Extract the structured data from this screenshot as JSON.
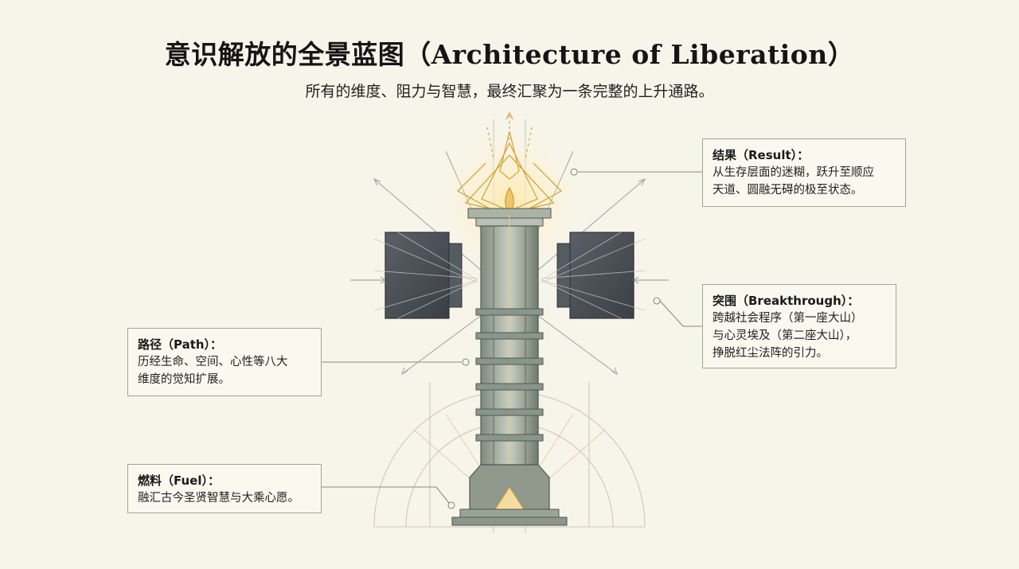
{
  "header": {
    "title": "意识解放的全景蓝图（Architecture of Liberation）",
    "subtitle": "所有的维度、阻力与智慧，最终汇聚为一条完整的上升通路。"
  },
  "callouts": {
    "result": {
      "head": "结果（Result）：",
      "lines": [
        "从生存层面的迷糊，跃升至顺应",
        "天道、圆融无碍的极至状态。"
      ]
    },
    "breakthrough": {
      "head": "突围（Breakthrough）：",
      "lines": [
        "跨越社会程序（第一座大山）",
        "与心灵埃及（第二座大山），",
        "挣脱红尘法阵的引力。"
      ]
    },
    "path": {
      "head": "路径（Path）：",
      "lines": [
        "历经生命、空间、心性等八大",
        "维度的觉知扩展。"
      ]
    },
    "fuel": {
      "head": "燃料（Fuel）：",
      "lines": [
        "融汇古今圣贤智慧与大乘心愿。"
      ]
    }
  },
  "colors": {
    "background": "#f7f4ea",
    "stone": "#8f9a8c",
    "stone_dark": "#4a4f55",
    "gold": "#d6a63c",
    "callout_border": "#9aa897",
    "connector": "#7f8f7c"
  },
  "icons": {
    "pillar": "tower-icon",
    "crown": "lotus-flame-icon",
    "blocks": "mountain-block-icon"
  }
}
